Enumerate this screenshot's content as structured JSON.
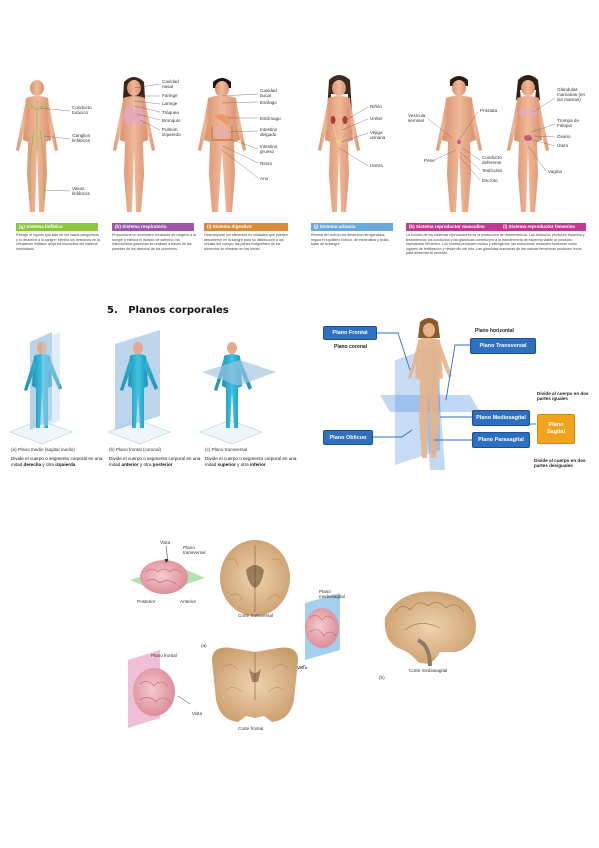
{
  "systems": [
    {
      "title": "(g) Sistema linfático",
      "color": "#8cc63f",
      "labels": [
        "Conducto torácico",
        "Ganglios linfáticos",
        "Vasos linfáticos"
      ],
      "desc": "Recoge el líquido que sale de los vasos sanguíneos y lo devuelve a la sangre; elimina los desechos en la circulación linfática; aloja los leucocitos del sistema inmunitario."
    },
    {
      "title": "(h) Sistema respiratorio",
      "color": "#9b59a8",
      "labels": [
        "Cavidad nasal",
        "Faringe",
        "Laringe",
        "Tráquea",
        "Bronquio",
        "Pulmón izquierdo"
      ],
      "desc": "Proporciona un suministro constante de oxígeno a la sangre y elimina el dióxido de carbono; los intercambios gaseosos se realizan a través de las paredes de los alvéolos de los pulmones."
    },
    {
      "title": "(i) Sistema digestivo",
      "color": "#d98b3a",
      "labels": [
        "Cavidad bucal",
        "Esófago",
        "Estómago",
        "Intestino delgado",
        "Intestino grueso",
        "Recto",
        "Ano"
      ],
      "desc": "Descompone los alimentos en unidades que pueden absorberse en la sangre para su distribución a las células del cuerpo; las partes indigeribles de los alimentos se eliminan en las heces."
    },
    {
      "title": "(j) Sistema urinario",
      "color": "#6aa8d8",
      "labels": [
        "Riñón",
        "Uréter",
        "Vejiga urinaria",
        "Uretra"
      ],
      "desc": "Elimina del cuerpo los desechos nitrogenados; regula el equilibrio hídrico, de electrolitos y ácido-base de la sangre."
    },
    {
      "title": "(k) Sistema reproductor masculino",
      "color": "#c23a8f",
      "labels": [
        "Vesícula seminal",
        "Próstata",
        "Pene",
        "Conducto deferente",
        "Testículos",
        "Escroto"
      ],
      "desc": ""
    },
    {
      "title": "(l) Sistema reproductor femenino",
      "color": "#c23a8f",
      "labels": [
        "Glándulas mamarias (en las mamas)",
        "Trompa de Falopio",
        "Ovario",
        "Útero",
        "Vagina"
      ],
      "desc": ""
    }
  ],
  "repro_desc": "La función de los sistemas reproductores es la producción de descendencia. Los testículos producen esperma y testosterona; los conductos y las glándulas contribuyen a la transferencia de esperma viable al conducto reproductor femenino. Los ovarios producen óvulos y estrógenos; las estructuras restantes funcionan como lugares de fertilización y desarrollo del feto. Las glándulas mamarias de las mamas femeninas producen leche para alimentar al neonato.",
  "section_heading": "5.   Planos corporales",
  "planes": [
    {
      "caption": "(a) Plano medio (sagital medio)",
      "desc_pre": "Divide el cuerpo o segmento corporal en una mitad ",
      "b1": "derecha",
      "mid": " y otra ",
      "b2": "izquierda"
    },
    {
      "caption": "(b) Plano frontal (coronal)",
      "desc_pre": "Divide el cuerpo o segmento corporal en una mitad ",
      "b1": "anterior",
      "mid": " y otra ",
      "b2": "posterior"
    },
    {
      "caption": "(c) Plano transversal",
      "desc_pre": "Divide el cuerpo o segmento corporal en una mitad ",
      "b1": "superior",
      "mid": " y otra ",
      "b2": "inferior"
    }
  ],
  "plane_diagram": {
    "frontal": "Plano Frontal",
    "coronal": "Plano coronal",
    "horizontal": "Plano horizontal",
    "transversal": "Plano Transversal",
    "mediosagital": "Plano Mediosagital",
    "oblicuo": "Plano Oblicuo",
    "parasagital": "Plano Parasagital",
    "sagital": "Plano Sagital",
    "equal_note": "Divide al cuerpo en dos partes iguales",
    "unequal_note": "Divide al cuerpo en dos partes desiguales"
  },
  "brain": {
    "vista1": "Vista",
    "plano_transversal": "Plano transversal",
    "posterior": "Posterior",
    "anterior": "Anterior",
    "corte_transversal": "Corte transversal",
    "a": "(a)",
    "plano_mediosagital": "Plano mediosagital",
    "vista2": "Vista",
    "b": "(b)",
    "corte_mediosagital": "Corte mediosagital",
    "plano_frontal": "Plano frontal",
    "vista3": "Vista",
    "corte_frontal": "Corte frontal"
  },
  "colors": {
    "plane_box": "#2f6fc0",
    "sagital_box": "#f3a21b",
    "body_blue": "#35b6d6",
    "skin": "#e8a98a"
  }
}
